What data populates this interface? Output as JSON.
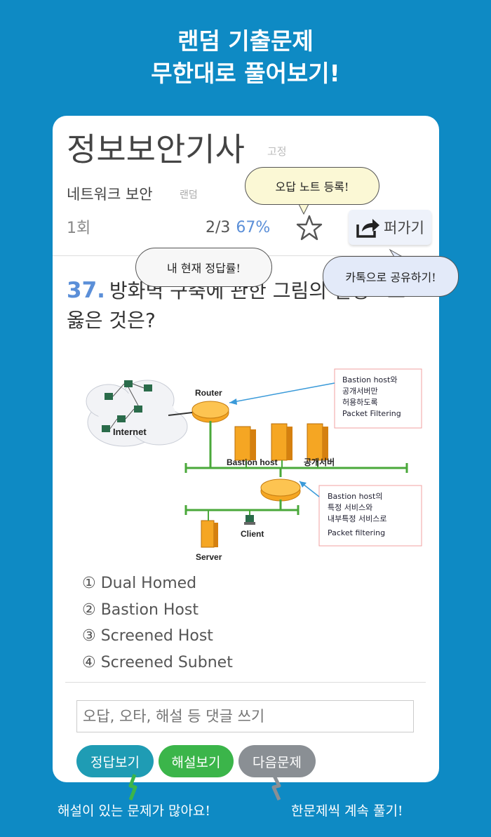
{
  "promo": {
    "line1": "랜덤 기출문제",
    "line2": "무한대로 풀어보기!"
  },
  "header": {
    "exam_title": "정보보안기사",
    "fixed_tag": "고정",
    "subject": "네트워크 보안",
    "random_tag": "랜덤",
    "round": "1회",
    "progress": "2/3",
    "rate": "67%",
    "share_label": "퍼가기"
  },
  "question": {
    "number": "37.",
    "text": "방화벽 구축에 관한 그림의 설명으로 옳은 것은?"
  },
  "diagram": {
    "internet": "Internet",
    "router": "Router",
    "bastion": "Bastion host",
    "public_server": "공개서버",
    "server": "Server",
    "client": "Client",
    "note1": [
      "Bastion host와",
      "공개서버만",
      "허용하도록",
      "Packet Filtering"
    ],
    "note2": [
      "Bastion host의",
      "특정 서비스와",
      "내부특정 서비스로",
      "Packet filtering"
    ]
  },
  "choices": [
    "① Dual Homed",
    "② Bastion Host",
    "③ Screened Host",
    "④ Screened Subnet"
  ],
  "comment": {
    "placeholder": "오답, 오타, 해설 등 댓글 쓰기"
  },
  "buttons": {
    "answer": "정답보기",
    "explain": "해설보기",
    "next": "다음문제"
  },
  "callouts": {
    "wrong_note": "오답 노트 등록!",
    "my_rate": "내 현재 정답률!",
    "kakao_share": "카톡으로 공유하기!",
    "many_explanations": "해설이 있는 문제가 많아요!",
    "one_by_one": "한문제씩 계속 풀기!"
  },
  "colors": {
    "background": "#0e8ac4",
    "accent_blue": "#5b8fd8",
    "answer_button": "#1f9cb4",
    "explain_button": "#3bb54a",
    "next_button": "#8a8f94"
  }
}
